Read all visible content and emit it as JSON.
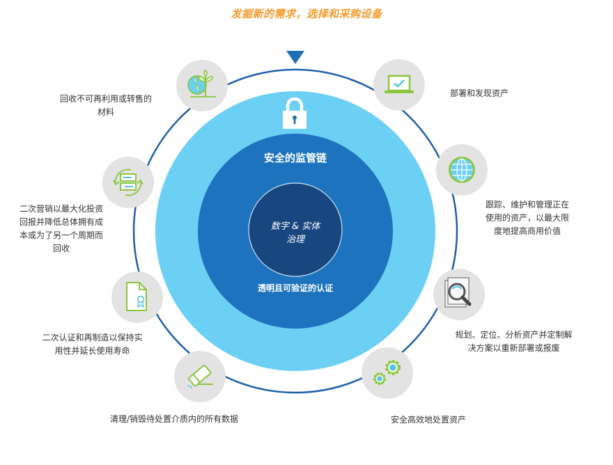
{
  "header": {
    "title": "发掘新的需求，选择和采购设备"
  },
  "colors": {
    "title_orange": "#f39a2b",
    "outer_ring_line": "#1f5fa8",
    "light_blue": "#6ccff4",
    "mid_blue": "#1e73be",
    "dark_blue": "#17477e",
    "icon_bg": "#e3e3e3",
    "icon_green": "#8cc63f",
    "icon_cyan": "#4fc3e8"
  },
  "center": {
    "outer_label": "安全的监管链",
    "core_label_line1": "数字 & 实体",
    "core_label_line2": "治理",
    "bottom_label": "透明且可验证的认证",
    "top_icon": "lock-icon"
  },
  "stages": [
    {
      "id": "deploy",
      "icon": "laptop-check-icon",
      "label_lines": [
        "部署和发现资产"
      ]
    },
    {
      "id": "track",
      "icon": "globe-icon",
      "label_lines": [
        "跟踪、维护和管理正在",
        "使用的资产，以最大限",
        "度地提高商用价值"
      ]
    },
    {
      "id": "plan",
      "icon": "magnifier-documents-icon",
      "label_lines": [
        "规划、定位、分析资产并定制解",
        "决方案以重新部署或报废"
      ]
    },
    {
      "id": "dispose",
      "icon": "gears-icon",
      "label_lines": [
        "安全高效地处置资产"
      ]
    },
    {
      "id": "sanitize",
      "icon": "eraser-icon",
      "label_lines": [
        "清理/销毁待处置介质内的所有数据"
      ]
    },
    {
      "id": "recertify",
      "icon": "certificate-document-icon",
      "label_lines": [
        "二次认证和再制造以保持实",
        "用性并延长使用寿命"
      ]
    },
    {
      "id": "remarket",
      "icon": "server-cycle-icon",
      "label_lines": [
        "二次营销以最大化投资",
        "回报并降低总体拥有成",
        "本或为了另一个周期而",
        "回收"
      ]
    },
    {
      "id": "recycle",
      "icon": "earth-plant-icon",
      "label_lines": [
        "回收不可再利用或转售的",
        "材料"
      ]
    }
  ]
}
